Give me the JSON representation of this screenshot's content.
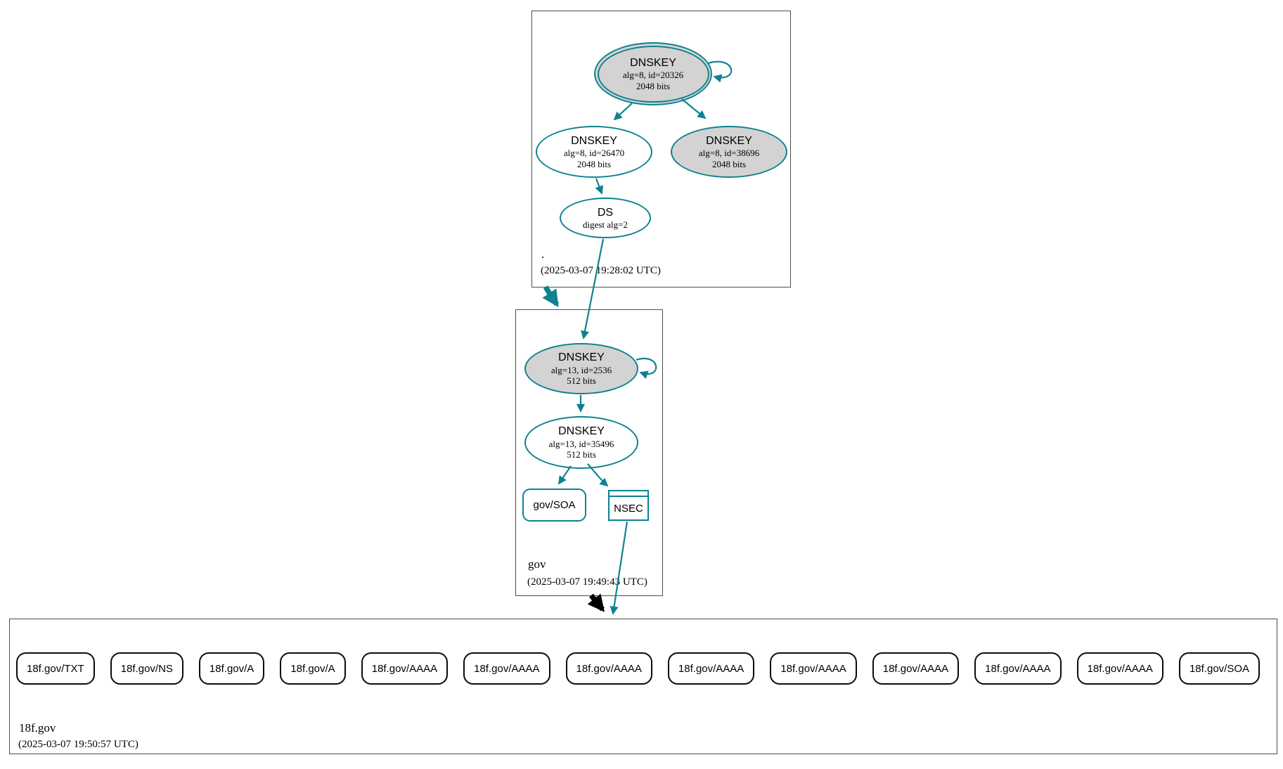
{
  "colors": {
    "secure_edge": "#0e8291",
    "insecure_edge": "#000000",
    "key_fill_gray": "#d3d3d3",
    "zone_border": "#4d4d4d"
  },
  "zones": {
    "root": {
      "label": ".",
      "timestamp": "(2025-03-07 19:28:02 UTC)",
      "ksk": {
        "title": "DNSKEY",
        "detail": "alg=8, id=20326",
        "bits": "2048 bits"
      },
      "zsk": {
        "title": "DNSKEY",
        "detail": "alg=8, id=26470",
        "bits": "2048 bits"
      },
      "key38696": {
        "title": "DNSKEY",
        "detail": "alg=8, id=38696",
        "bits": "2048 bits"
      },
      "ds": {
        "title": "DS",
        "detail": "digest alg=2"
      }
    },
    "gov": {
      "label": "gov",
      "timestamp": "(2025-03-07 19:49:43 UTC)",
      "ksk": {
        "title": "DNSKEY",
        "detail": "alg=13, id=2536",
        "bits": "512 bits"
      },
      "zsk": {
        "title": "DNSKEY",
        "detail": "alg=13, id=35496",
        "bits": "512 bits"
      },
      "soa": {
        "label": "gov/SOA"
      },
      "nsec": {
        "label": "NSEC"
      }
    },
    "f18": {
      "label": "18f.gov",
      "timestamp": "(2025-03-07 19:50:57 UTC)",
      "records": [
        "18f.gov/TXT",
        "18f.gov/NS",
        "18f.gov/A",
        "18f.gov/A",
        "18f.gov/AAAA",
        "18f.gov/AAAA",
        "18f.gov/AAAA",
        "18f.gov/AAAA",
        "18f.gov/AAAA",
        "18f.gov/AAAA",
        "18f.gov/AAAA",
        "18f.gov/AAAA",
        "18f.gov/SOA"
      ]
    }
  }
}
